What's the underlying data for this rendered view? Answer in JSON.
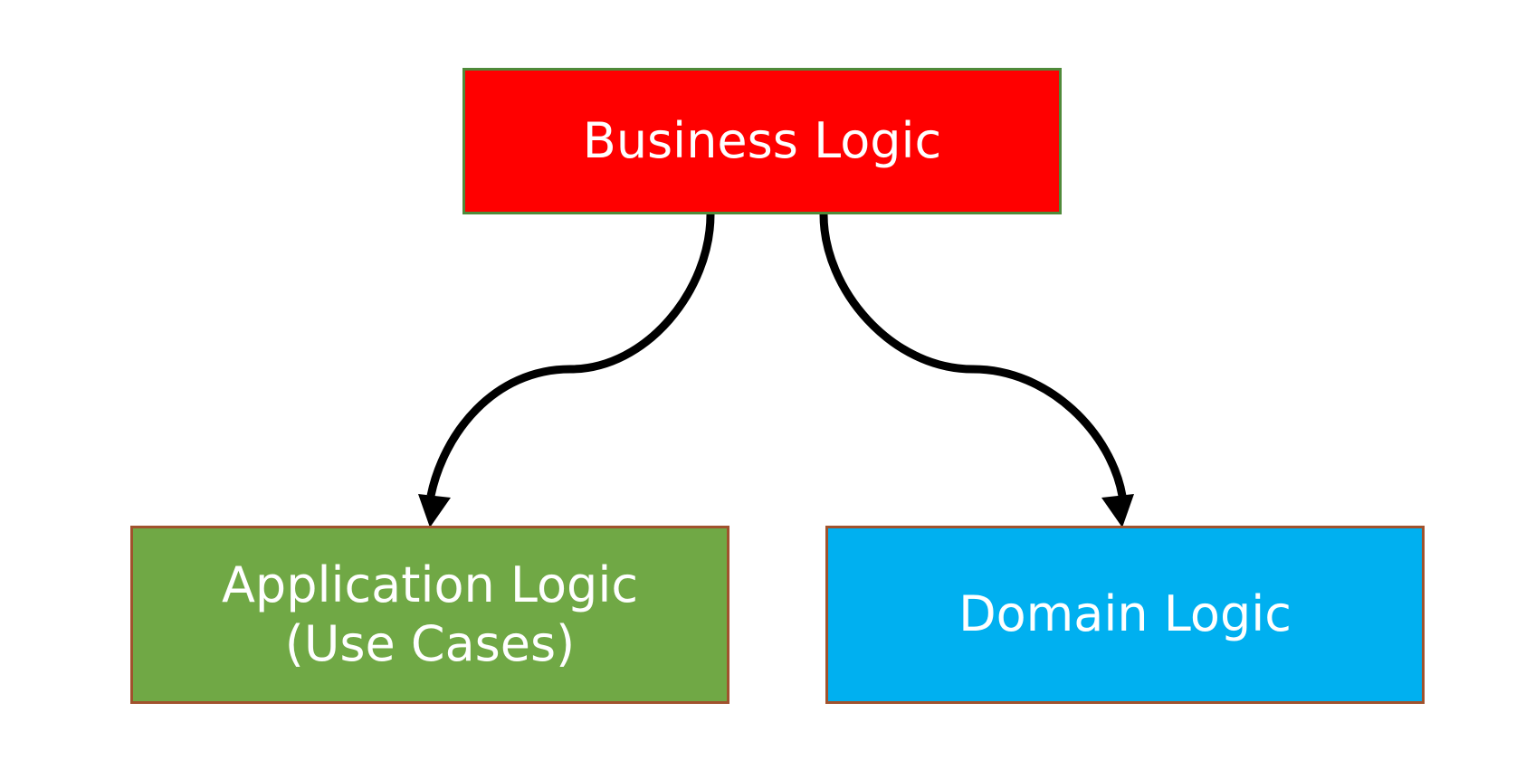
{
  "diagram": {
    "nodes": [
      {
        "id": "business",
        "label": "Business Logic",
        "fill": "#ff0000"
      },
      {
        "id": "application",
        "label_line1": "Application Logic",
        "label_line2": "(Use Cases)",
        "fill": "#70a845"
      },
      {
        "id": "domain",
        "label": "Domain Logic",
        "fill": "#00b0f0"
      }
    ],
    "edges": [
      {
        "from": "business",
        "to": "application"
      },
      {
        "from": "business",
        "to": "domain"
      }
    ]
  }
}
